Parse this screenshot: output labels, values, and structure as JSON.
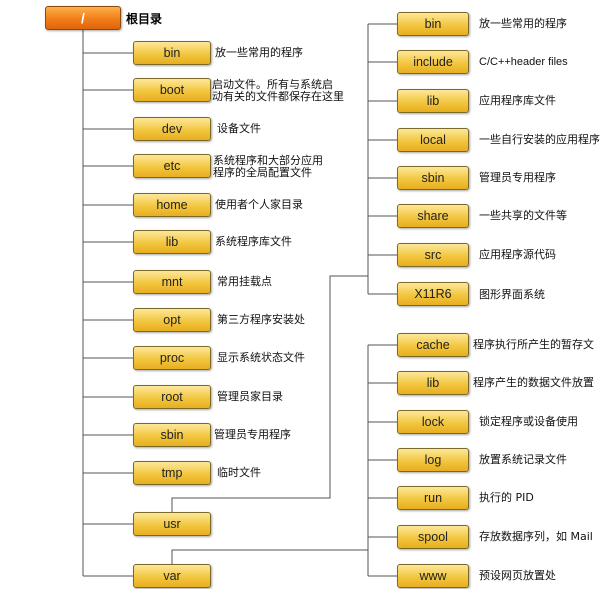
{
  "root": {
    "name": "/",
    "label": "根目录"
  },
  "left_dirs": [
    {
      "name": "bin",
      "desc": "放一些常用的程序"
    },
    {
      "name": "boot",
      "desc": "启动文件。所有与系统启\n动有关的文件都保存在这里"
    },
    {
      "name": "dev",
      "desc": "设备文件"
    },
    {
      "name": "etc",
      "desc": "系统程序和大部分应用\n程序的全局配置文件"
    },
    {
      "name": "home",
      "desc": "使用者个人家目录"
    },
    {
      "name": "lib",
      "desc": "系统程序库文件"
    },
    {
      "name": "mnt",
      "desc": "常用挂载点"
    },
    {
      "name": "opt",
      "desc": "第三方程序安装处"
    },
    {
      "name": "proc",
      "desc": "显示系统状态文件"
    },
    {
      "name": "root",
      "desc": "管理员家目录"
    },
    {
      "name": "sbin",
      "desc": "管理员专用程序"
    },
    {
      "name": "tmp",
      "desc": "临时文件"
    },
    {
      "name": "usr",
      "desc": ""
    },
    {
      "name": "var",
      "desc": ""
    }
  ],
  "usr_dirs": [
    {
      "name": "bin",
      "desc": "放一些常用的程序"
    },
    {
      "name": "include",
      "desc": "C/C++header files"
    },
    {
      "name": "lib",
      "desc": "应用程序库文件"
    },
    {
      "name": "local",
      "desc": "一些自行安装的应用程序"
    },
    {
      "name": "sbin",
      "desc": "管理员专用程序"
    },
    {
      "name": "share",
      "desc": "一些共享的文件等"
    },
    {
      "name": "src",
      "desc": "应用程序源代码"
    },
    {
      "name": "X11R6",
      "desc": "图形界面系统"
    }
  ],
  "var_dirs": [
    {
      "name": "cache",
      "desc": "程序执行所产生的暂存文"
    },
    {
      "name": "lib",
      "desc": "程序产生的数据文件放置"
    },
    {
      "name": "lock",
      "desc": "锁定程序或设备使用"
    },
    {
      "name": "log",
      "desc": "放置系统记录文件"
    },
    {
      "name": "run",
      "desc": "执行的 PID"
    },
    {
      "name": "spool",
      "desc": "存放数据序列，如 Mail"
    },
    {
      "name": "www",
      "desc": "预设网页放置处"
    }
  ],
  "colors": {
    "box": "#f2c63f",
    "root_box": "#f07d1a",
    "line": "#555555"
  }
}
